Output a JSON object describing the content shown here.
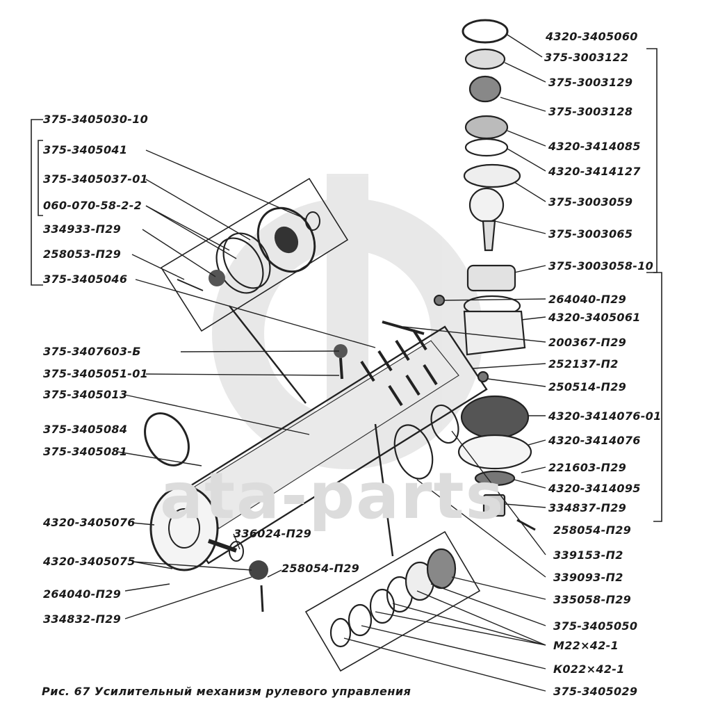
{
  "caption": "Рис. 67 Усилительный механизм рулевого управления",
  "watermark": "ata-parts",
  "labels_left": [
    "375-3405030-10",
    "375-3405041",
    "375-3405037-01",
    "060-070-58-2-2",
    "334933-П29",
    "258053-П29",
    "375-3405046",
    "375-3407603-Б",
    "375-3405051-01",
    "375-3405013",
    "375-3405084",
    "375-3405081",
    "4320-3405076",
    "4320-3405075",
    "264040-П29",
    "334832-П29"
  ],
  "labels_center": [
    "336024-П29",
    "258054-П29"
  ],
  "labels_right": [
    "4320-3405060",
    "375-3003122",
    "375-3003129",
    "375-3003128",
    "4320-3414085",
    "4320-3414127",
    "375-3003059",
    "375-3003065",
    "375-3003058-10",
    "264040-П29",
    "4320-3405061",
    "200367-П29",
    "252137-П2",
    "250514-П29",
    "4320-3414076-01",
    "4320-3414076",
    "221603-П29",
    "4320-3414095",
    "334837-П29",
    "258054-П29",
    "339153-П2",
    "339093-П2",
    "335058-П29",
    "375-3405050",
    "М22×42-1",
    "К022×42-1",
    "375-3405029"
  ]
}
